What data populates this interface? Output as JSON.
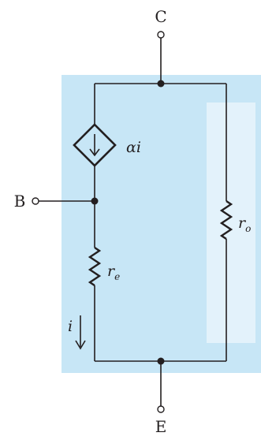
{
  "terminals": {
    "collector": "C",
    "base": "B",
    "emitter": "E"
  },
  "labels": {
    "source_alpha": "α",
    "source_i": "i",
    "re_main": "r",
    "re_sub": "e",
    "ro_main": "r",
    "ro_sub": "o",
    "current": "i"
  },
  "colors": {
    "background_box": "#c7e6f6",
    "highlight_strip": "#e3f2fb",
    "wire": "#231f20"
  }
}
